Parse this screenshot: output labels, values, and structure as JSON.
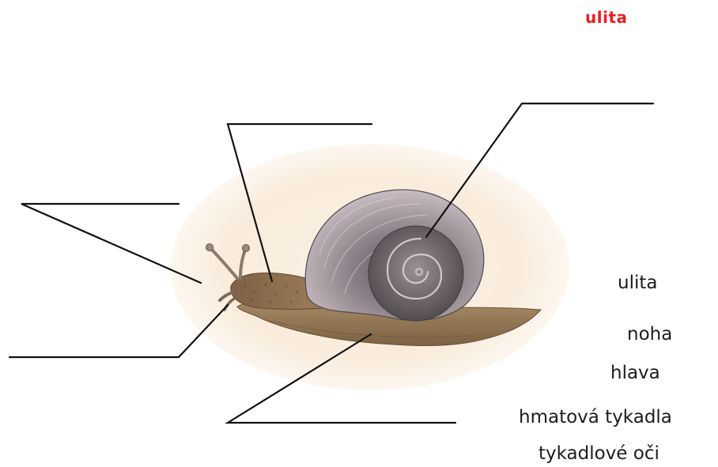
{
  "answer_label": "ulita",
  "word_bank": [
    "ulita",
    "noha",
    "hlava",
    "hmatová tykadla",
    "tykadlové oči"
  ],
  "colors": {
    "answer": "#ee1c1c",
    "text": "#1c1c1c",
    "lines": "#111111",
    "halo": "#faeede",
    "shell_dark": "#6a6168",
    "shell_light": "#d7cdd1",
    "body": "#8e6f4c",
    "foot": "#9d8260"
  }
}
